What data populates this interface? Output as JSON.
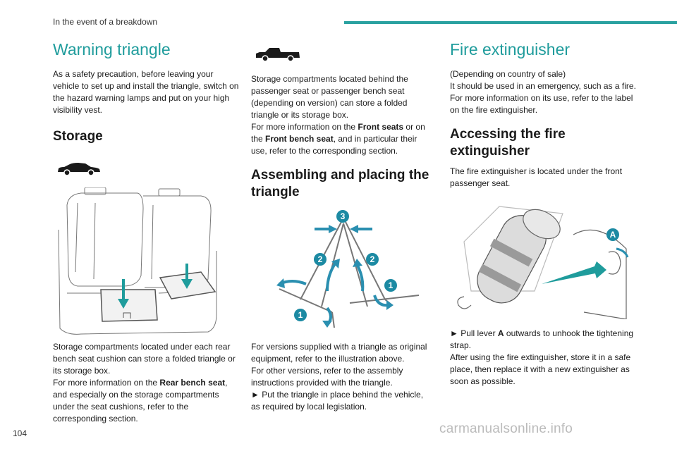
{
  "header": {
    "section": "In the event of a breakdown"
  },
  "col1": {
    "title": "Warning triangle",
    "intro": "As a safety precaution, before leaving your vehicle to set up and install the triangle, switch on the hazard warning lamps and put on your high visibility vest.",
    "storage_heading": "Storage",
    "storage_text_1": "Storage compartments located under each rear bench seat cushion can store a folded triangle or its storage box.",
    "storage_text_2a": "For more information on the ",
    "storage_text_2b": "Rear bench seat",
    "storage_text_2c": ", and especially on the storage compartments under the seat cushions, refer to the corresponding section."
  },
  "col2": {
    "text_1": "Storage compartments located behind the passenger seat or passenger bench seat (depending on version) can store a folded triangle or its storage box.",
    "text_2a": "For more information on the ",
    "text_2b": "Front seats",
    "text_2c": " or on the ",
    "text_2d": "Front bench seat",
    "text_2e": ", and in particular their use, refer to the corresponding section.",
    "assemble_heading": "Assembling and placing the triangle",
    "diagram_labels": [
      "1",
      "1",
      "2",
      "2",
      "3"
    ],
    "assemble_text_1": "For versions supplied with a triangle as original equipment, refer to the illustration above.",
    "assemble_text_2": "For other versions, refer to the assembly instructions provided with the triangle.",
    "assemble_text_3": "► Put the triangle in place behind the vehicle, as required by local legislation."
  },
  "col3": {
    "title": "Fire extinguisher",
    "intro_1": "(Depending on country of sale)",
    "intro_2": "It should be used in an emergency, such as a fire.",
    "intro_3": "For more information on its use, refer to the label on the fire extinguisher.",
    "access_heading": "Accessing the fire extinguisher",
    "access_text": "The fire extinguisher is located under the front passenger seat.",
    "callout": "A",
    "step_a": "► Pull lever ",
    "step_b": "A",
    "step_c": " outwards to unhook the tightening strap.",
    "after_text": "After using the fire extinguisher, store it in a safe place, then replace it with a new extinguisher as soon as possible."
  },
  "footer": {
    "page_number": "104",
    "watermark": "carmanualsonline.info"
  },
  "colors": {
    "accent": "#1f9c9c",
    "callout": "#1c8aa3"
  }
}
